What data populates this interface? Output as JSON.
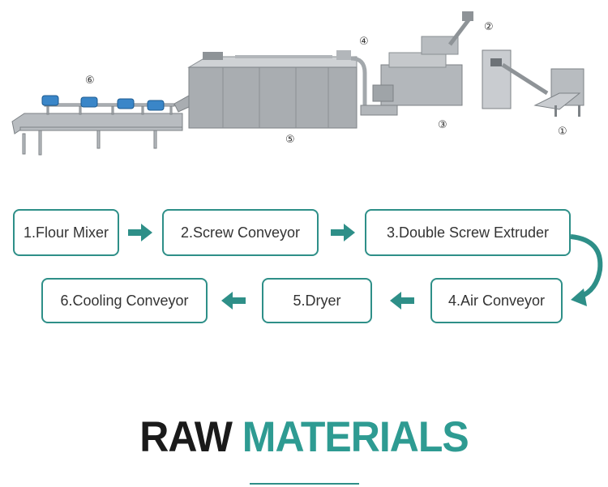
{
  "machine_numbers": [
    "①",
    "②",
    "③",
    "④",
    "⑤",
    "⑥"
  ],
  "steps": [
    {
      "label": "1.Flour Mixer"
    },
    {
      "label": "2.Screw Conveyor"
    },
    {
      "label": "3.Double Screw Extruder"
    },
    {
      "label": "4.Air Conveyor"
    },
    {
      "label": "5.Dryer"
    },
    {
      "label": "6.Cooling Conveyor"
    }
  ],
  "title": {
    "word1": "RAW",
    "word2": "MATERIALS"
  },
  "colors": {
    "accent": "#2e8f88",
    "title_dark": "#1a1a1a",
    "title_teal": "#2e9b92"
  }
}
